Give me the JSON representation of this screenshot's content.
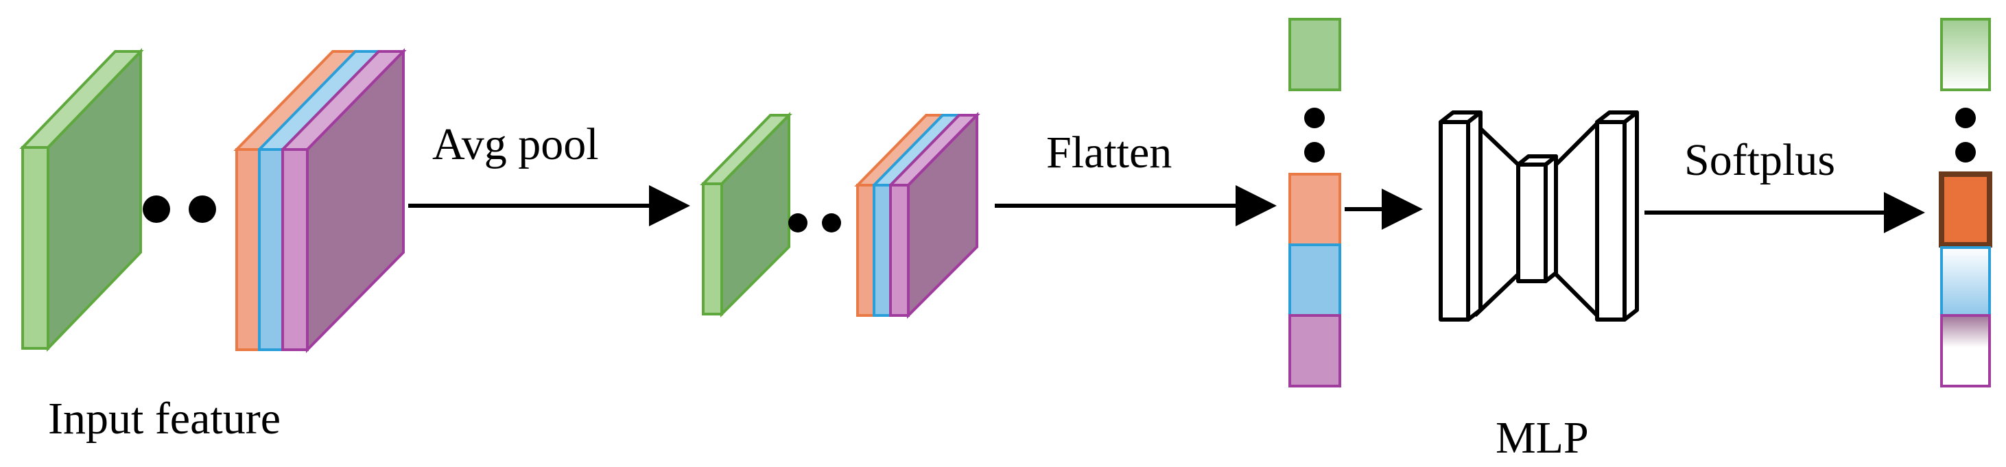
{
  "labels": {
    "input_feature": "Input feature",
    "avg_pool": "Avg pool",
    "flatten": "Flatten",
    "mlp": "MLP",
    "softplus": "Softplus"
  },
  "colors": {
    "green": "#6aaa4a",
    "green_fill": "#7aa872",
    "orange": "#ea7a45",
    "orange_fill": "#f1a488",
    "blue": "#2a9ed8",
    "blue_fill": "#8ec6ea",
    "purple": "#a13c9f",
    "purple_fill": "#a07398",
    "output_orange": "#e9723a",
    "output_border": "#6b3a1c"
  }
}
